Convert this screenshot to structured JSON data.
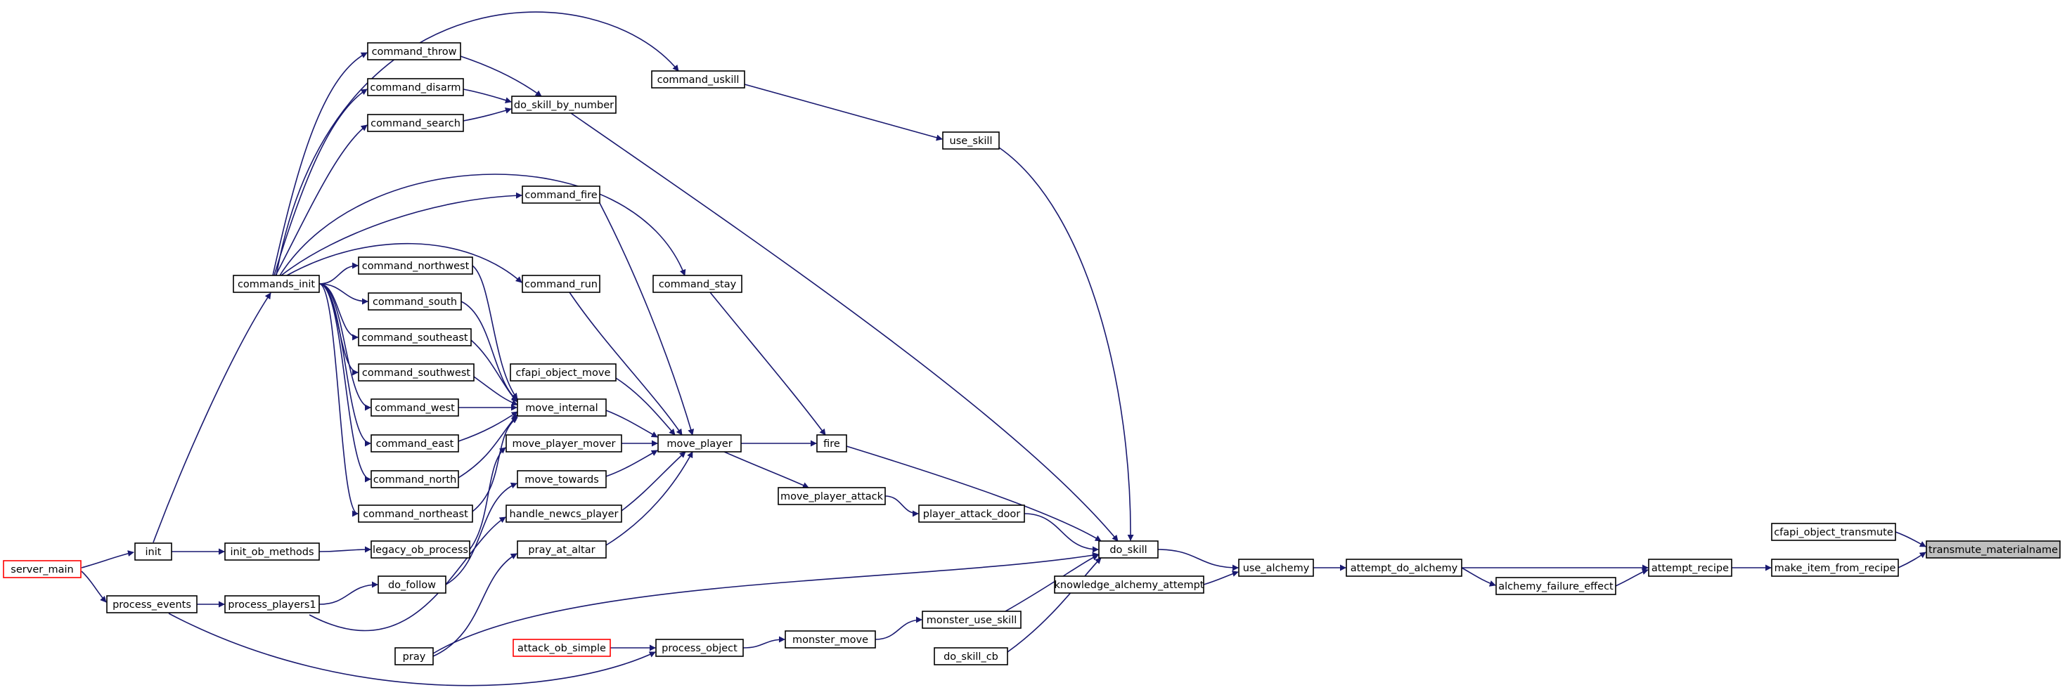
{
  "colors": {
    "edge": "#191970",
    "node_border": "#000000",
    "truncated_node_border": "#ff0000",
    "focus_node_fill": "#bfbfbf"
  },
  "nodes": {
    "server_main": "server_main",
    "init": "init",
    "process_events": "process_events",
    "commands_init": "commands_init",
    "init_ob_methods": "init_ob_methods",
    "process_players1": "process_players1",
    "command_throw": "command_throw",
    "command_disarm": "command_disarm",
    "command_search": "command_search",
    "command_fire": "command_fire",
    "command_northwest": "command_northwest",
    "command_run": "command_run",
    "command_south": "command_south",
    "command_southeast": "command_southeast",
    "command_southwest": "command_southwest",
    "command_west": "command_west",
    "command_east": "command_east",
    "command_north": "command_north",
    "command_northeast": "command_northeast",
    "legacy_ob_process": "legacy_ob_process",
    "do_follow": "do_follow",
    "pray": "pray",
    "do_skill_by_number": "do_skill_by_number",
    "cfapi_object_move": "cfapi_object_move",
    "move_internal": "move_internal",
    "move_player_mover": "move_player_mover",
    "move_towards": "move_towards",
    "handle_newcs_player": "handle_newcs_player",
    "pray_at_altar": "pray_at_altar",
    "attack_ob_simple": "attack_ob_simple",
    "command_uskill": "command_uskill",
    "command_stay": "command_stay",
    "move_player": "move_player",
    "process_object": "process_object",
    "fire": "fire",
    "move_player_attack": "move_player_attack",
    "monster_move": "monster_move",
    "use_skill": "use_skill",
    "player_attack_door": "player_attack_door",
    "monster_use_skill": "monster_use_skill",
    "do_skill_cb": "do_skill_cb",
    "do_skill": "do_skill",
    "knowledge_alchemy_attempt": "knowledge_alchemy_attempt",
    "use_alchemy": "use_alchemy",
    "attempt_do_alchemy": "attempt_do_alchemy",
    "alchemy_failure_effect": "alchemy_failure_effect",
    "attempt_recipe": "attempt_recipe",
    "cfapi_object_transmute": "cfapi_object_transmute",
    "make_item_from_recipe": "make_item_from_recipe",
    "transmute_materialname": "transmute_materialname"
  }
}
